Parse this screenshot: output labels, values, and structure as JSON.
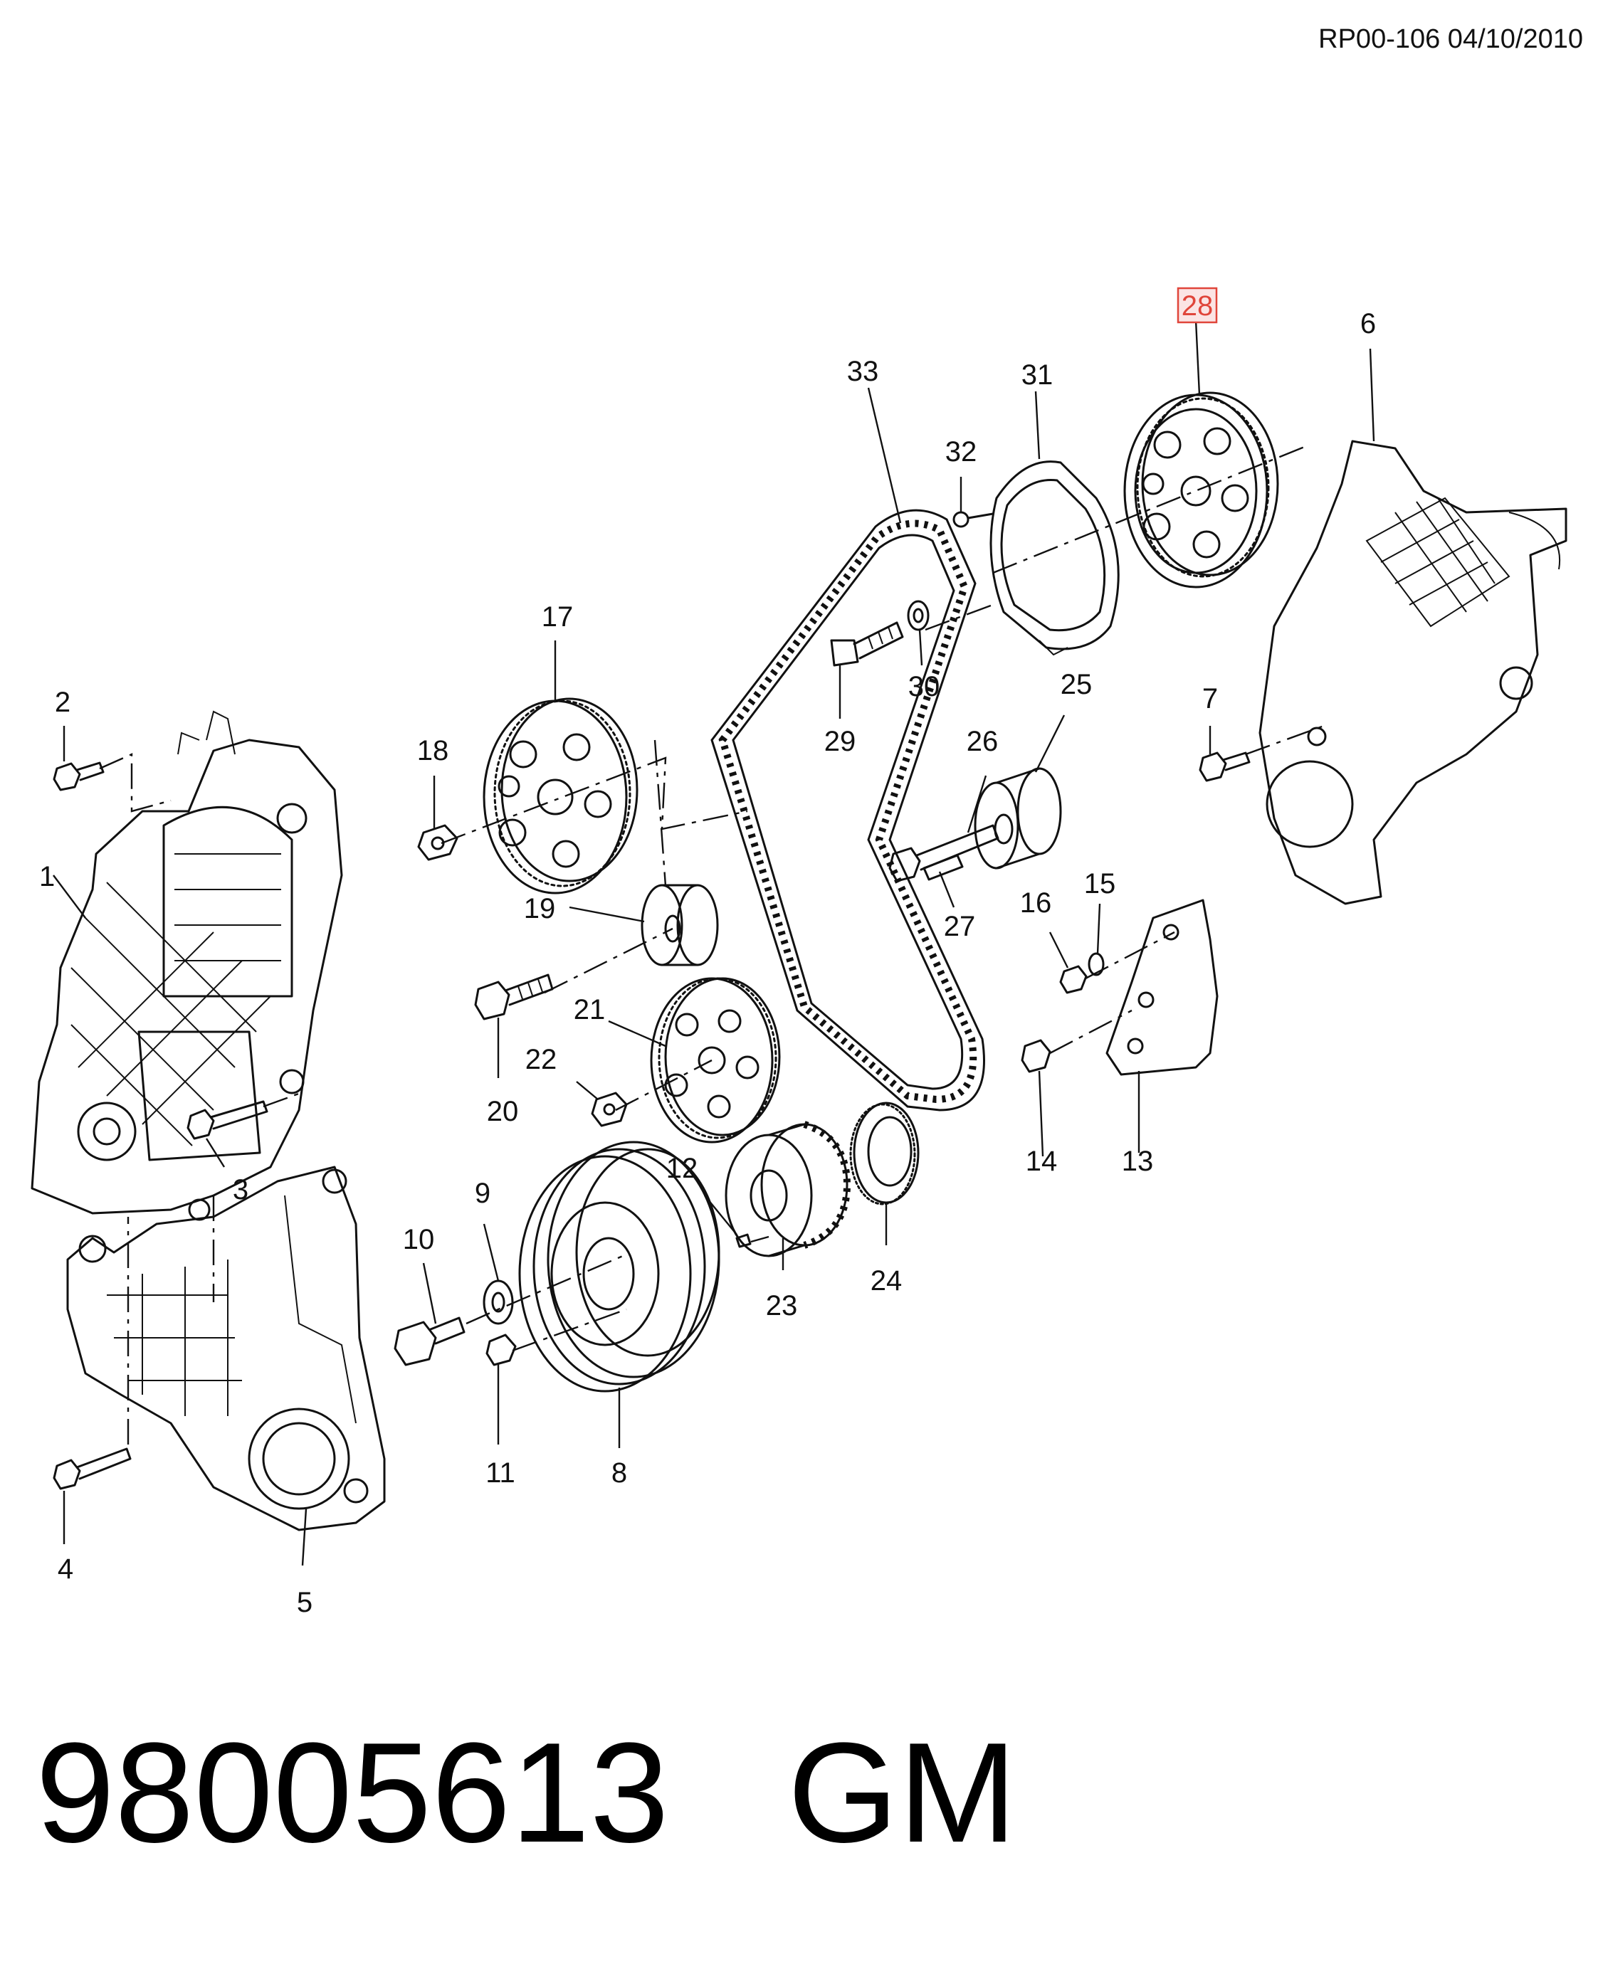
{
  "header": {
    "reference": "RP00-106 04/10/2010"
  },
  "diagram": {
    "highlighted_callout": "28",
    "highlight_color": "#e0453a",
    "callouts": [
      {
        "id": "1",
        "label": "1"
      },
      {
        "id": "2",
        "label": "2"
      },
      {
        "id": "3",
        "label": "3"
      },
      {
        "id": "4",
        "label": "4"
      },
      {
        "id": "5",
        "label": "5"
      },
      {
        "id": "6",
        "label": "6"
      },
      {
        "id": "7",
        "label": "7"
      },
      {
        "id": "8",
        "label": "8"
      },
      {
        "id": "9",
        "label": "9"
      },
      {
        "id": "10",
        "label": "10"
      },
      {
        "id": "11",
        "label": "11"
      },
      {
        "id": "12",
        "label": "12"
      },
      {
        "id": "13",
        "label": "13"
      },
      {
        "id": "14",
        "label": "14"
      },
      {
        "id": "15",
        "label": "15"
      },
      {
        "id": "16",
        "label": "16"
      },
      {
        "id": "17",
        "label": "17"
      },
      {
        "id": "18",
        "label": "18"
      },
      {
        "id": "19",
        "label": "19"
      },
      {
        "id": "20",
        "label": "20"
      },
      {
        "id": "21",
        "label": "21"
      },
      {
        "id": "22",
        "label": "22"
      },
      {
        "id": "23",
        "label": "23"
      },
      {
        "id": "24",
        "label": "24"
      },
      {
        "id": "25",
        "label": "25"
      },
      {
        "id": "26",
        "label": "26"
      },
      {
        "id": "27",
        "label": "27"
      },
      {
        "id": "28",
        "label": "28"
      },
      {
        "id": "29",
        "label": "29"
      },
      {
        "id": "30",
        "label": "30"
      },
      {
        "id": "31",
        "label": "31"
      },
      {
        "id": "32",
        "label": "32"
      },
      {
        "id": "33",
        "label": "33"
      }
    ]
  },
  "caption": {
    "part_number": "98005613",
    "brand": "GM"
  }
}
